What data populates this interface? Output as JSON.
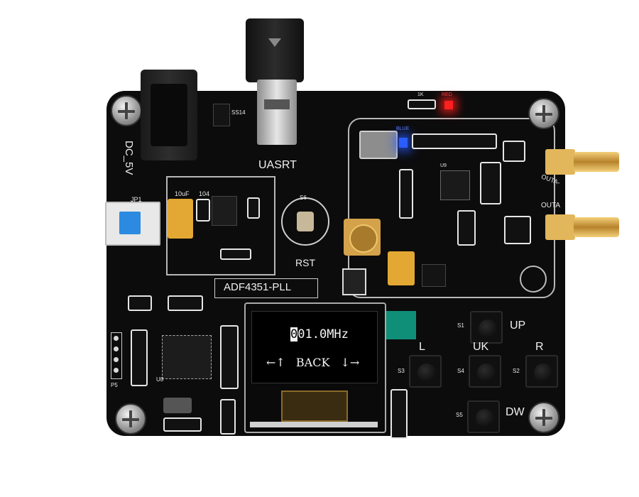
{
  "board": {
    "power_label": "DC_5V",
    "usb_label": "UASRT",
    "reset_label": "RST",
    "reset_button_id": "S6",
    "module_label": "ADF4351-PLL",
    "jumper_label": "JP1",
    "chip_label": "U9",
    "mcu_label": "U8",
    "header_label": "P5",
    "output_a_label": "OUTA",
    "output_b_label": "OUTA-",
    "led_blue_label": "BLUE",
    "led_red_label": "RED",
    "r_1k_label": "1K",
    "cap_10uf_label": "10uF",
    "cap_104_label": "104"
  },
  "display": {
    "frequency": "001.0MHz",
    "cursor_digit": "0",
    "frequency_rest": "01.0MHz",
    "nav_left": "←↑",
    "back_label": "BACK",
    "nav_right": "↓→"
  },
  "buttons": {
    "up": {
      "id": "S1",
      "label": "UP"
    },
    "left": {
      "id": "S3",
      "label": "L"
    },
    "ok": {
      "id": "S4",
      "label": "UK"
    },
    "right": {
      "id": "S2",
      "label": "R"
    },
    "down": {
      "id": "S5",
      "label": "DW"
    }
  },
  "colors": {
    "pcb": "#0c0c0c",
    "silkscreen": "#e8e8e8",
    "oled_text": "#f5f5f5",
    "led_blue": "#2a5cff",
    "led_red": "#ff2020",
    "gold": "#d4a24a",
    "teal_tab": "#0f8f78"
  }
}
